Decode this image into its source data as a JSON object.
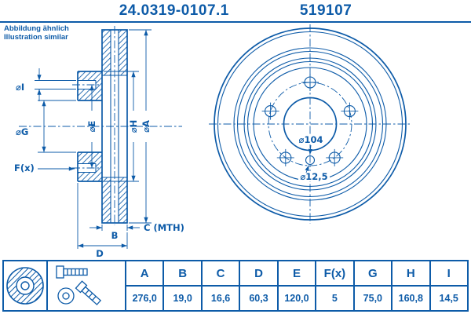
{
  "header": {
    "part_number": "24.0319-0107.1",
    "ref_number": "519107"
  },
  "note": {
    "line1": "Abbildung ähnlich",
    "line2": "Illustration similar"
  },
  "drawing": {
    "section_labels": {
      "dia_i": "⌀I",
      "dia_g": "⌀G",
      "dia_e": "⌀E",
      "dia_h": "⌀H",
      "dia_a": "⌀A",
      "f_x": "F(x)",
      "b": "B",
      "c_mth": "C (MTH)",
      "d": "D"
    },
    "front_labels": {
      "pitch_circle": "⌀104",
      "screw_hole": "⌀12,5"
    }
  },
  "table": {
    "headers": [
      "A",
      "B",
      "C",
      "D",
      "E",
      "F(x)",
      "G",
      "H",
      "I"
    ],
    "values": [
      "276,0",
      "19,0",
      "16,6",
      "60,3",
      "120,0",
      "5",
      "75,0",
      "160,8",
      "14,5"
    ]
  },
  "colors": {
    "line_blue": "#0d5ba8"
  }
}
